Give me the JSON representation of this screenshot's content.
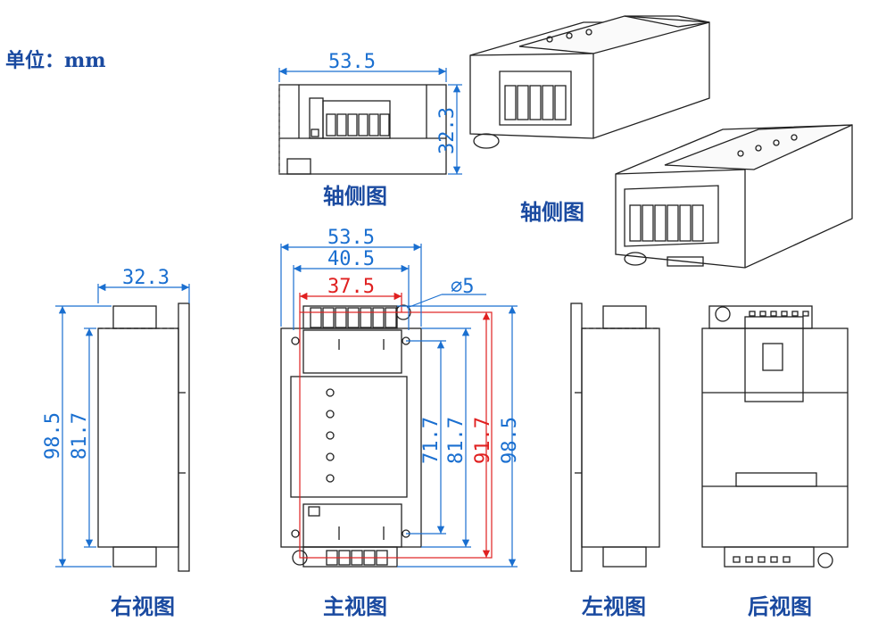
{
  "unit_label": "单位：mm",
  "views": {
    "axon_small": "轴侧图",
    "axon_large": "轴侧图",
    "right": "右视图",
    "front": "主视图",
    "left": "左视图",
    "back": "后视图"
  },
  "dims": {
    "top_width": "53.5",
    "top_depth": "32.3",
    "front_width_outer": "53.5",
    "front_width_mid": "40.5",
    "front_width_inner": "37.5",
    "hole_dia": "∅5",
    "front_h1": "71.7",
    "front_h2": "81.7",
    "front_h3": "91.7",
    "front_h4": "98.5",
    "side_width": "32.3",
    "side_h_outer": "98.5",
    "side_h_inner": "81.7"
  },
  "colors": {
    "dimension_blue": "#1a6fd0",
    "dimension_red": "#e02020",
    "label_blue": "#1a4aa0",
    "outline": "#222222"
  }
}
